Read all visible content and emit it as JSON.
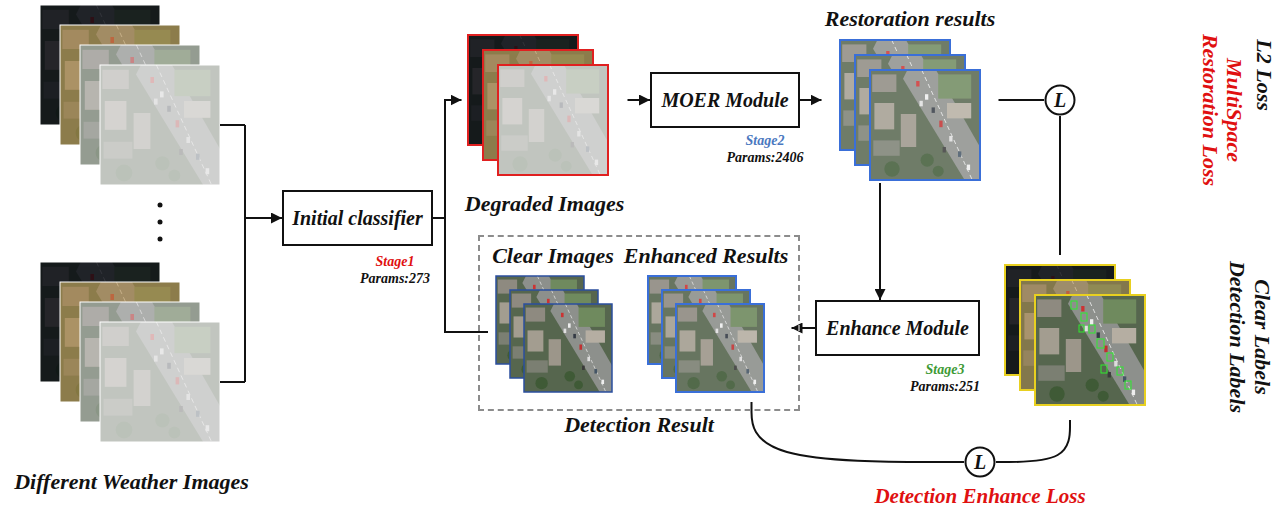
{
  "diagram": {
    "nodes": [
      {
        "text": [
          "Different Weather Images"
        ]
      },
      {
        "text": [
          "Initial classifier"
        ]
      },
      {
        "text": [
          "Degraded Images"
        ]
      },
      {
        "text": [
          "MOER Module"
        ]
      },
      {
        "text": [
          "Restoration results"
        ]
      },
      {
        "text": [
          "Detection Result"
        ]
      },
      {
        "text": [
          "Clear Images"
        ],
        "in": 5
      },
      {
        "text": [
          "Enhanced Results"
        ],
        "in": 5
      },
      {
        "text": [
          "Enhance Module"
        ]
      },
      {
        "text": [
          "Clear Labels",
          "Detection Labels"
        ]
      },
      {
        "text": [
          "L"
        ]
      },
      {
        "text": [
          "L"
        ]
      }
    ],
    "edges": [
      {
        "from": 0,
        "to": 1,
        "arrow": "to"
      },
      {
        "from": 1,
        "to": 2,
        "arrow": "to"
      },
      {
        "from": 1,
        "to": 6,
        "arrow": "none"
      },
      {
        "from": 2,
        "to": 3,
        "arrow": "to"
      },
      {
        "from": 3,
        "to": 4,
        "arrow": "to"
      },
      {
        "from": 4,
        "to": 10,
        "arrow": "none"
      },
      {
        "from": 9,
        "to": 10,
        "arrow": "none"
      },
      {
        "from": 4,
        "to": 8,
        "arrow": "to"
      },
      {
        "from": 8,
        "to": 7,
        "arrow": "to"
      },
      {
        "from": 7,
        "to": 11,
        "arrow": "none"
      },
      {
        "from": 9,
        "to": 11,
        "arrow": "none"
      }
    ],
    "labels": [
      "Stage1",
      "Params:273",
      "Stage2",
      "Params:2406",
      "L2 Loss",
      "MultiSpace Restoration Loss",
      "Stage3",
      "Params:251",
      "Detection Enhance Loss"
    ]
  }
}
